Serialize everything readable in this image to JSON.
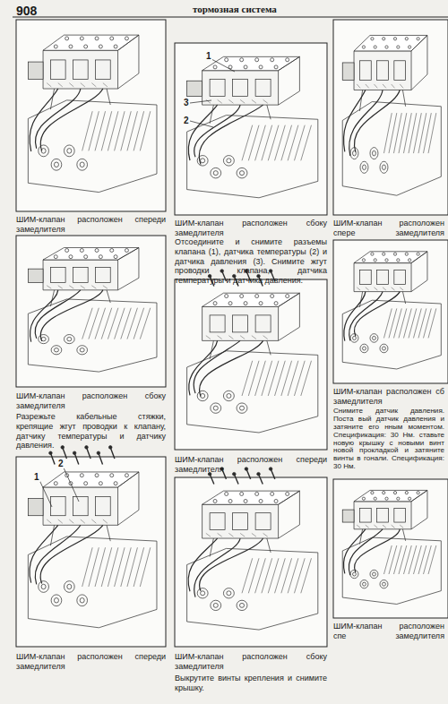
{
  "diagram": {
    "title": "тормозная система",
    "labels": [
      "908",
      "ШИМ-клапан расположен спереди замедлителя",
      "ШИМ-клапан расположен сбоку замедлителя",
      "Отсоедините и снимите разъемы клапана (1), датчика температуры (2) и датчика давления (3). Снимите жгут проводки клапана, датчика температуры и датчика давления.",
      "ШИМ-клапан расположен спере замедлителя",
      "ШИМ-клапан расположен сбоку замедлителя",
      "Разрежьте кабельные стяжки, крепящие жгут проводки к клапану, датчику температуры и датчику давления.",
      "ШИМ-клапан расположен спереди замедлителя",
      "ШИМ-клапан расположен сб замедлителя",
      "Снимите датчик давления. Поста вый датчик давления и затяните его нным моментом. Спецификация: 30 Нм. ставьте новую крышку с новыми винт новой прокладкой и затяните винты в гонали. Спецификация: 30 Нм.",
      "ШИМ-клапан расположен спереди замедлителя",
      "ШИМ-клапан расположен сбоку замедлителя",
      "Выкрутите винты крепления и снимите крышку.",
      "ШИМ-клапан расположен спе замедлителя",
      "1",
      "2",
      "3",
      "2",
      "1"
    ]
  }
}
